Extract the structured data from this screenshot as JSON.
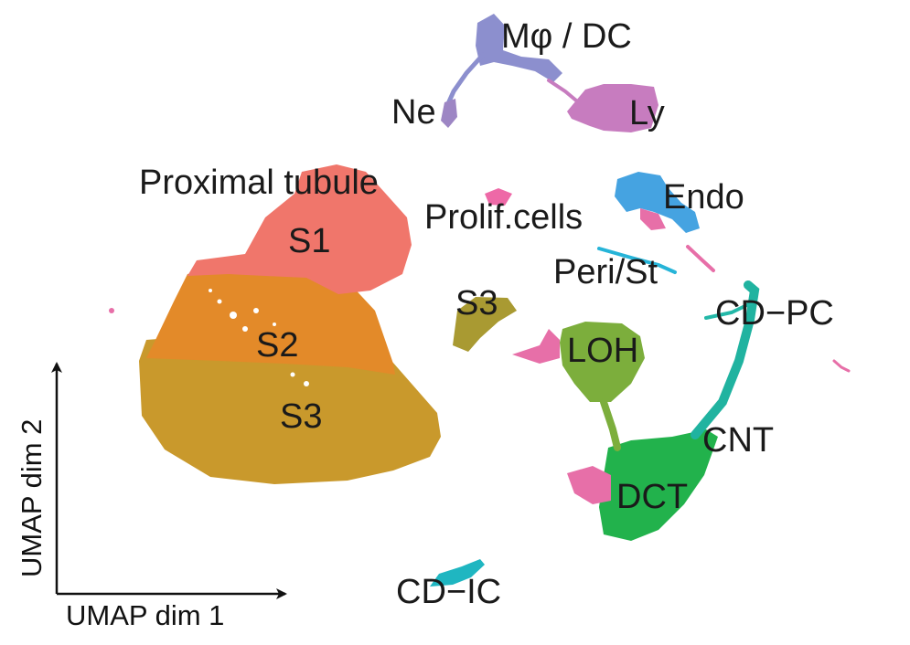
{
  "chart_data": {
    "type": "scatter",
    "title": "",
    "xlabel": "UMAP dim 1",
    "ylabel": "UMAP dim 2",
    "group_label": "Proximal tubule",
    "clusters": [
      {
        "name": "S1",
        "label": "S1",
        "color": "#f0766b"
      },
      {
        "name": "S2",
        "label": "S2",
        "color": "#e38a29"
      },
      {
        "name": "S3",
        "label": "S3",
        "color": "#c9992c"
      },
      {
        "name": "S3_small",
        "label": "S3",
        "color": "#a99a32"
      },
      {
        "name": "LOH",
        "label": "LOH",
        "color": "#7cae3c"
      },
      {
        "name": "DCT",
        "label": "DCT",
        "color": "#22b24c"
      },
      {
        "name": "CNT",
        "label": "CNT",
        "color": "#20b3a0"
      },
      {
        "name": "CD-PC",
        "label": "CD−PC",
        "color": "#23b8a8"
      },
      {
        "name": "CD-IC",
        "label": "CD−IC",
        "color": "#1fb6c1"
      },
      {
        "name": "Endo",
        "label": "Endo",
        "color": "#45a3e1"
      },
      {
        "name": "Peri/St",
        "label": "Peri/St",
        "color": "#26b4d8"
      },
      {
        "name": "Prolif.cells",
        "label": "Prolif.cells",
        "color": "#ee69a7"
      },
      {
        "name": "Mphi/DC",
        "label": "Mφ / DC",
        "color": "#8c8fce"
      },
      {
        "name": "Ne",
        "label": "Ne",
        "color": "#9d86c4"
      },
      {
        "name": "Ly",
        "label": "Ly",
        "color": "#c77cbf"
      },
      {
        "name": "Mixed",
        "label": "",
        "color": "#e76fa8"
      }
    ]
  }
}
